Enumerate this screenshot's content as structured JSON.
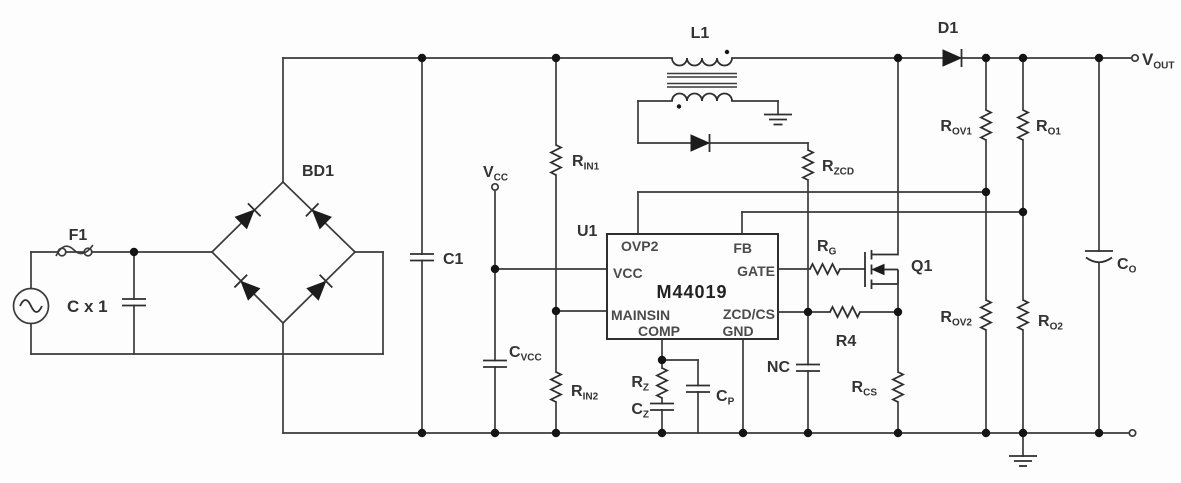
{
  "labels": {
    "f1": "F1",
    "cx1": "C x 1",
    "bd1": "BD1",
    "c1": "C1",
    "l1": "L1",
    "d1": "D1",
    "q1": "Q1",
    "r4": "R4",
    "nc": "NC",
    "vcc": {
      "m": "V",
      "s": "CC"
    },
    "cvcc": {
      "m": "C",
      "s": "VCC"
    },
    "rin1": {
      "m": "R",
      "s": "IN1"
    },
    "rin2": {
      "m": "R",
      "s": "IN2"
    },
    "rg": {
      "m": "R",
      "s": "G"
    },
    "rz": {
      "m": "R",
      "s": "Z"
    },
    "cz": {
      "m": "C",
      "s": "Z"
    },
    "cp": {
      "m": "C",
      "s": "P"
    },
    "rzcd": {
      "m": "R",
      "s": "ZCD"
    },
    "rcs": {
      "m": "R",
      "s": "CS"
    },
    "rov1": {
      "m": "R",
      "s": "OV1"
    },
    "ro1": {
      "m": "R",
      "s": "O1"
    },
    "rov2": {
      "m": "R",
      "s": "OV2"
    },
    "ro2": {
      "m": "R",
      "s": "O2"
    },
    "co": {
      "m": "C",
      "s": "O"
    },
    "vout": {
      "m": "V",
      "s": "OUT"
    }
  },
  "ic": {
    "designator": "U1",
    "part_number": "M44019",
    "pins": {
      "ovp2": "OVP2",
      "vcc": "VCC",
      "mainsin": "MAINSIN",
      "comp": "COMP",
      "fb": "FB",
      "gate": "GATE",
      "zcdcs": "ZCD/CS",
      "gnd": "GND"
    }
  },
  "colors": {
    "line": "#3a3a3a",
    "text": "#333333",
    "background": "#fdfdfd"
  }
}
